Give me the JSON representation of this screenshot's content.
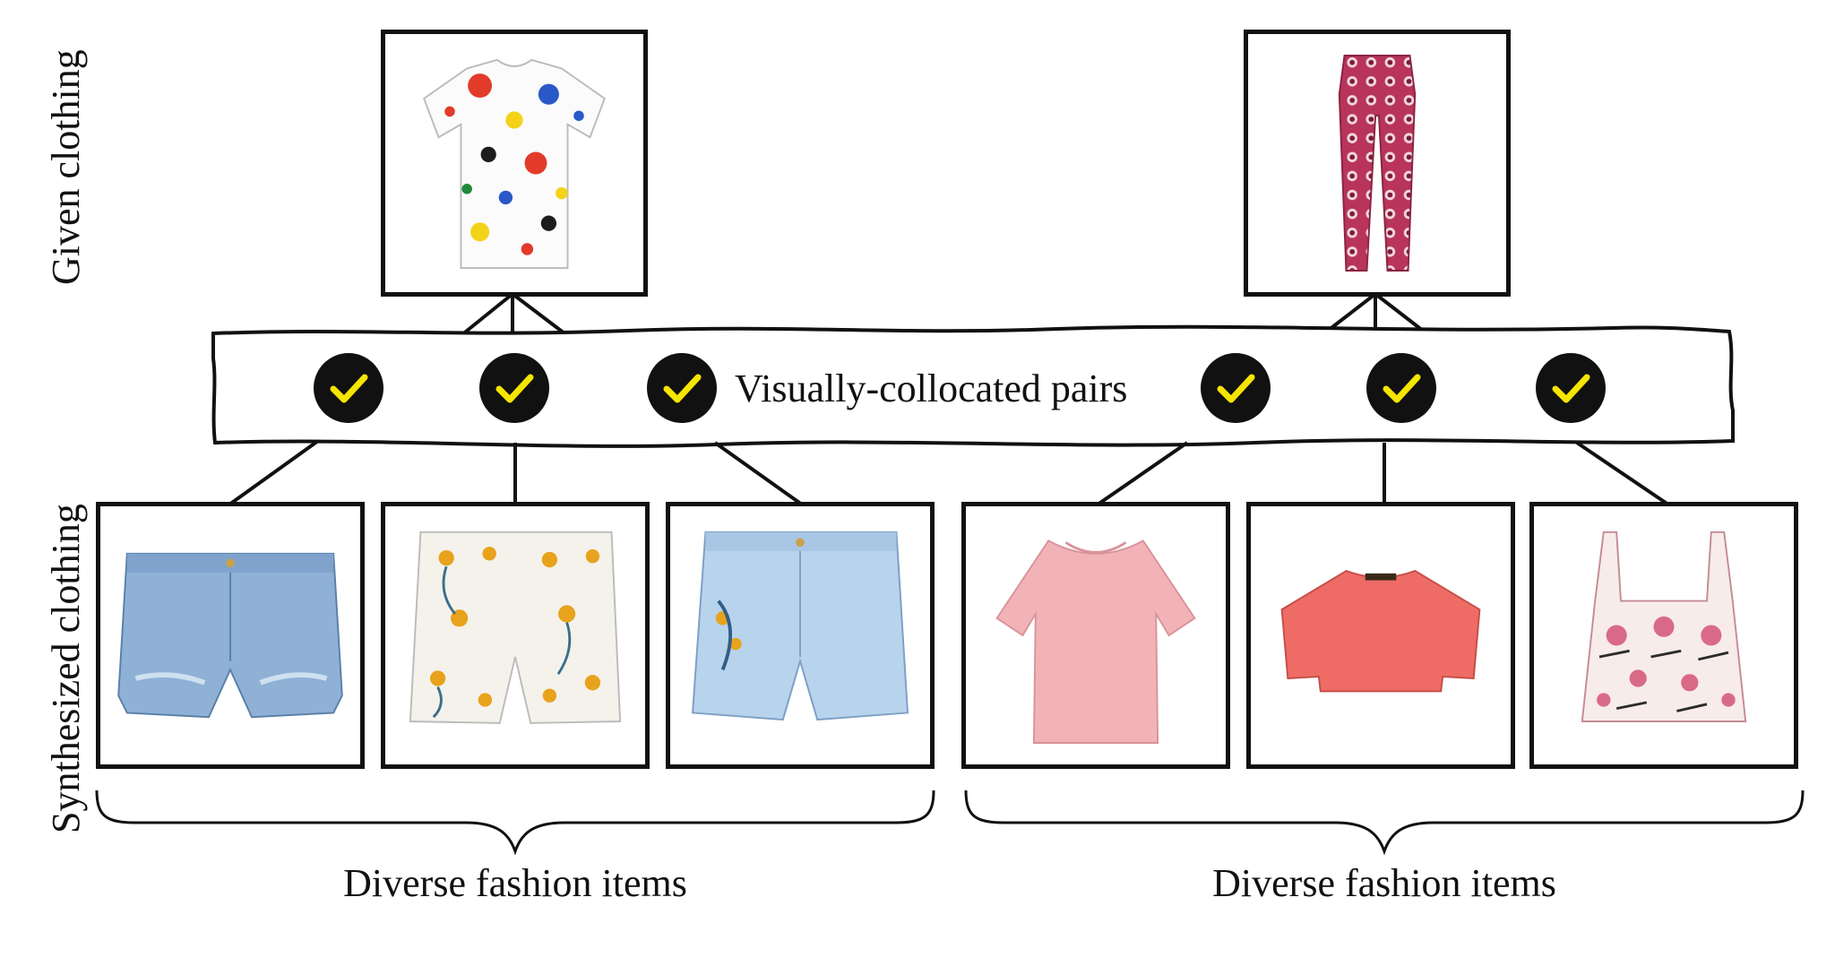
{
  "labels": {
    "given": "Given clothing",
    "synthesized": "Synthesized clothing",
    "pairs": "Visually-collocated pairs",
    "diverse_left": "Diverse fashion items",
    "diverse_right": "Diverse fashion items"
  },
  "given_items": [
    {
      "name": "given-tshirt-paint-splatter",
      "kind": "white t-shirt with paint splatter"
    },
    {
      "name": "given-pants-red-print",
      "kind": "red patterned trousers"
    }
  ],
  "synthesized_items": [
    {
      "name": "denim-shorts-1",
      "kind": "light denim shorts"
    },
    {
      "name": "floral-shorts",
      "kind": "white floral shorts"
    },
    {
      "name": "denim-shorts-2",
      "kind": "light denim shorts with floral"
    },
    {
      "name": "pink-top",
      "kind": "pink short-sleeve top"
    },
    {
      "name": "coral-top",
      "kind": "coral crop top"
    },
    {
      "name": "floral-crop-top",
      "kind": "floral strappy crop top"
    }
  ],
  "check_count": 6,
  "colors": {
    "check_mark": "#f5e600",
    "line": "#111111"
  }
}
